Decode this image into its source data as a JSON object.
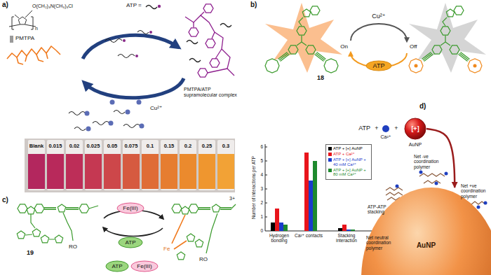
{
  "diagram": {
    "nodes": [
      {
        "text": [
          "ATP"
        ]
      },
      {
        "text": [
          "[+]"
        ]
      },
      {
        "text": [
          "AuNP"
        ]
      },
      {
        "text": [
          "Fe(III)"
        ]
      },
      {
        "text": [
          "ATP"
        ]
      },
      {
        "text": [
          "ATP"
        ]
      },
      {
        "text": [
          "Fe(III)"
        ]
      }
    ],
    "edges": [
      {
        "from": 1,
        "to": 2,
        "arrow": "to"
      }
    ],
    "labels": [
      "a)",
      "O(CH₂)₃N(CH₃)₃Cl",
      "ATP =",
      "n",
      "PMTPA",
      "PMTPA/ATP supramolecular complex",
      "Cu²⁺",
      "b)",
      "Cu²⁺",
      "On",
      "Off",
      "18",
      "Blank",
      "0.015",
      "0.02",
      "0.025",
      "0.05",
      "0.075",
      "0.1",
      "0.15",
      "0.2",
      "0.25",
      "0.3",
      "d)",
      "ATP",
      "+",
      "+",
      "Ca²⁺",
      "AuNP",
      "6",
      "5",
      "4",
      "3",
      "2",
      "1",
      "0",
      "Number of interactions per ATP",
      "Net -ve coordination polymer",
      "Net +ve coordination polymer",
      "ATP-ATP stacking",
      "Net neutral coordination polymer",
      "Hydrogen bonding",
      "Ca²⁺ contacts",
      "Stacking interaction",
      "c)",
      "3+",
      "19",
      "RO",
      "Fe",
      "RO"
    ],
    "legend": [
      {
        "text": "ATP + [+] AuNP",
        "color": "#000000"
      },
      {
        "text": "ATP + Ca²⁺",
        "color": "#e8141b"
      },
      {
        "text": "ATP + [+] AuNP + 40 mM Ca²⁺",
        "color": "#1a3ccc"
      },
      {
        "text": "ATP + [+] AuNP + 80 mM Ca²⁺",
        "color": "#1e8a2e"
      }
    ]
  }
}
